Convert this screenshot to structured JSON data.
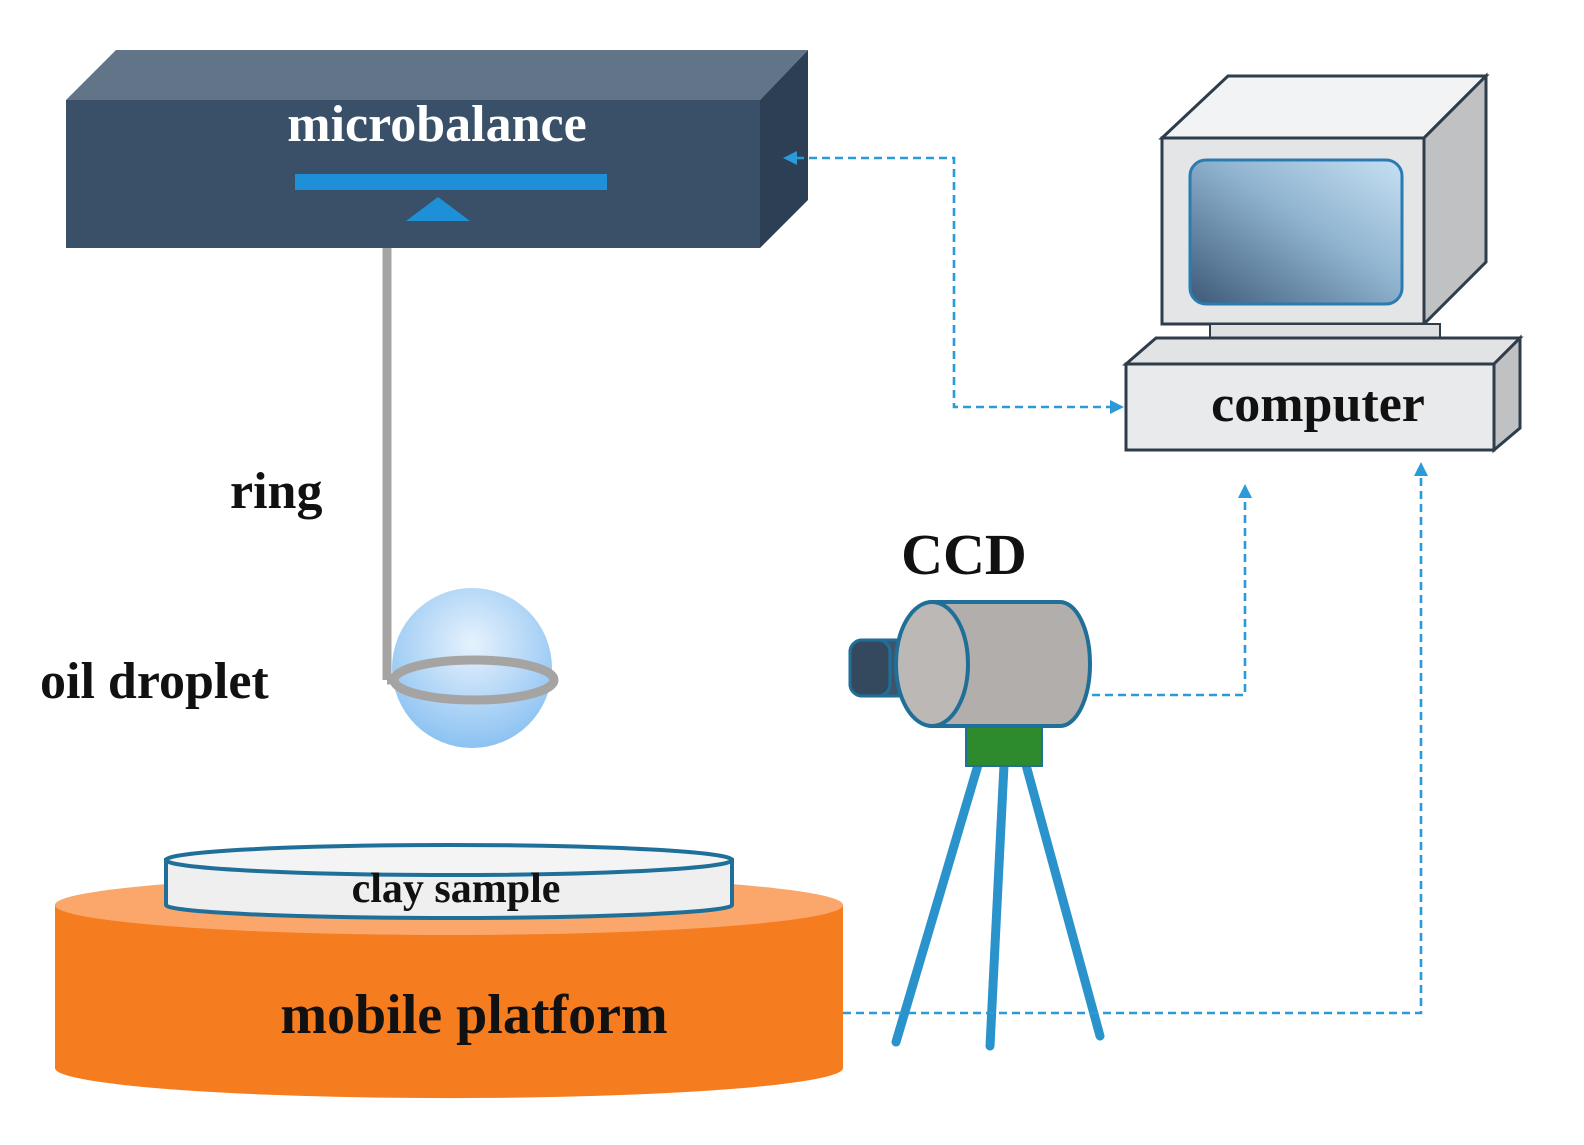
{
  "labels": {
    "microbalance": "microbalance",
    "computer": "computer",
    "ring": "ring",
    "oil_droplet": "oil droplet",
    "ccd": "CCD",
    "clay_sample": "clay sample",
    "mobile_platform": "mobile platform"
  },
  "icons": {
    "microbalance": "balance-beam-icon",
    "computer": "desktop-computer-icon",
    "ccd": "camera-on-tripod-icon",
    "oil_droplet": "sphere-icon"
  },
  "colors": {
    "microbalance_front": "#3a5068",
    "microbalance_top": "#627588",
    "microbalance_side": "#2c3f55",
    "balance_accent": "#1e90d8",
    "link_line": "#2a9ad8",
    "platform_orange": "#f57c1f",
    "platform_top": "#fba66a",
    "camera_body": "#b2aeac",
    "camera_outline": "#1f6f99",
    "camera_lens": "#3e5468",
    "camera_mount": "#2d8a2d",
    "tripod": "#2a93cc",
    "computer_case": "#e8e9eb",
    "computer_outline": "#2f3d4b",
    "droplet": "#a8d0f5",
    "ring": "#a6a4a2"
  }
}
